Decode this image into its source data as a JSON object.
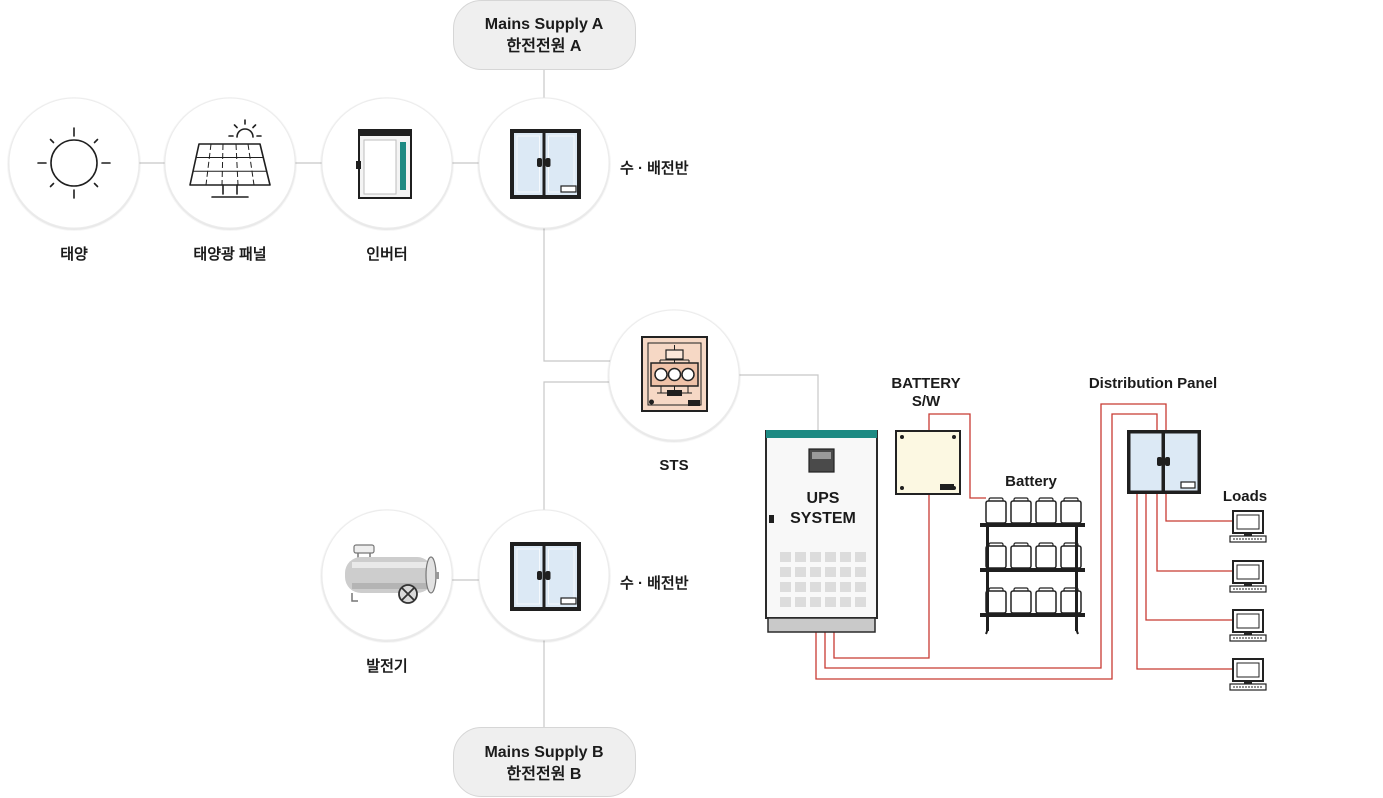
{
  "mains_supply_a": {
    "name": "Mains Supply A",
    "name_ko": "한전전원 A"
  },
  "mains_supply_b": {
    "name": "Mains Supply B",
    "name_ko": "한전전원 B"
  },
  "sun": {
    "label": "태양",
    "icon": "sun-icon"
  },
  "solar_panel": {
    "label": "태양광 패널",
    "icon": "solar-panel-icon"
  },
  "inverter": {
    "label": "인버터",
    "icon": "inverter-icon"
  },
  "panel_a": {
    "label": "수 · 배전반",
    "icon": "distribution-panel-icon"
  },
  "sts": {
    "label": "STS",
    "icon": "sts-icon"
  },
  "generator": {
    "label": "발전기",
    "icon": "generator-icon"
  },
  "panel_b": {
    "label": "수 · 배전반",
    "icon": "distribution-panel-icon"
  },
  "ups": {
    "line1": "UPS",
    "line2": "SYSTEM",
    "icon": "ups-cabinet-icon"
  },
  "battery_switch": {
    "line1": "BATTERY",
    "line2": "S/W",
    "icon": "battery-switch-icon"
  },
  "battery": {
    "label": "Battery",
    "icon": "battery-rack-icon"
  },
  "distribution_panel": {
    "label": "Distribution Panel",
    "icon": "distribution-panel-icon"
  },
  "loads": {
    "label": "Loads",
    "icon": "computer-monitor-icon"
  },
  "colors": {
    "accent_teal": "#1d8a83",
    "power_line_red": "#c83a32",
    "connector_gray": "#c8c8c8",
    "pill_background": "#efefef",
    "sts_background": "#f6d8c5",
    "switch_background": "#fcf8e2",
    "panel_door_blue": "#dce9f5"
  }
}
